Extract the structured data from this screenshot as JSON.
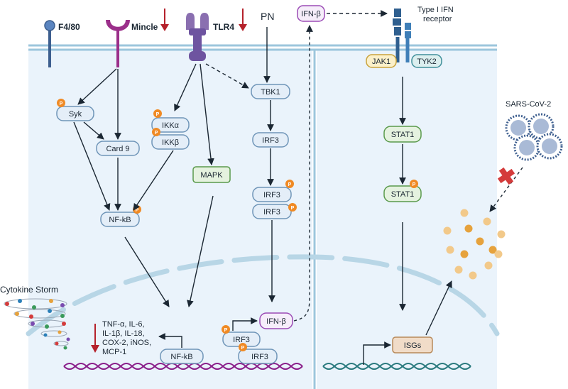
{
  "receptors": {
    "f480": "F4/80",
    "mincle": "Mincle",
    "tlr4": "TLR4",
    "pn": "PN",
    "ifnb_top": "IFN-β",
    "type1_line1": "Type I IFN",
    "type1_line2": "receptor"
  },
  "nodes": {
    "syk": "Syk",
    "card9": "Card 9",
    "ikka": "IKKα",
    "ikkb": "IKKβ",
    "mapk": "MAPK",
    "nfkb_cyto": "NF-kB",
    "tbk1": "TBK1",
    "irf3_a": "IRF3",
    "irf3_b": "IRF3",
    "irf3_c": "IRF3",
    "jak1": "JAK1",
    "tyk2": "TYK2",
    "stat1_a": "STAT1",
    "stat1_b": "STAT1",
    "nfkb_nuc": "NF-kB",
    "irf3_nuc1": "IRF3",
    "irf3_nuc2": "IRF3",
    "ifnb_nuc": "IFN-β",
    "isgs": "ISGs"
  },
  "phospho_label": "P",
  "virus_label": "SARS-CoV-2",
  "cytokine": {
    "title": "Cytokine Storm",
    "lines": [
      "TNF-α, IL-6,",
      "IL-1β, IL-18,",
      "COX-2, iNOS,",
      "MCP-1"
    ]
  },
  "colors": {
    "membrane": "#9cc6dc",
    "cell_fill": "#eaf3fb",
    "node_fill": "#e4eef8",
    "node_stroke": "#6f95b8",
    "green_fill": "#e5f2df",
    "green_stroke": "#5a9a4c",
    "purple_stroke": "#9b4bb5",
    "yellow_fill": "#fbf0c9",
    "yellow_stroke": "#c9a23a",
    "teal_fill": "#dcefef",
    "teal_stroke": "#3f8f9a",
    "phospho": "#f08a24",
    "down_arrow": "#b5212b",
    "dna_purple": "#8a1f8a",
    "dna_teal": "#2a7a7e",
    "isg_fill": "#f1dcc8",
    "isg_stroke": "#b88a5a",
    "cross": "#d43b3b"
  }
}
